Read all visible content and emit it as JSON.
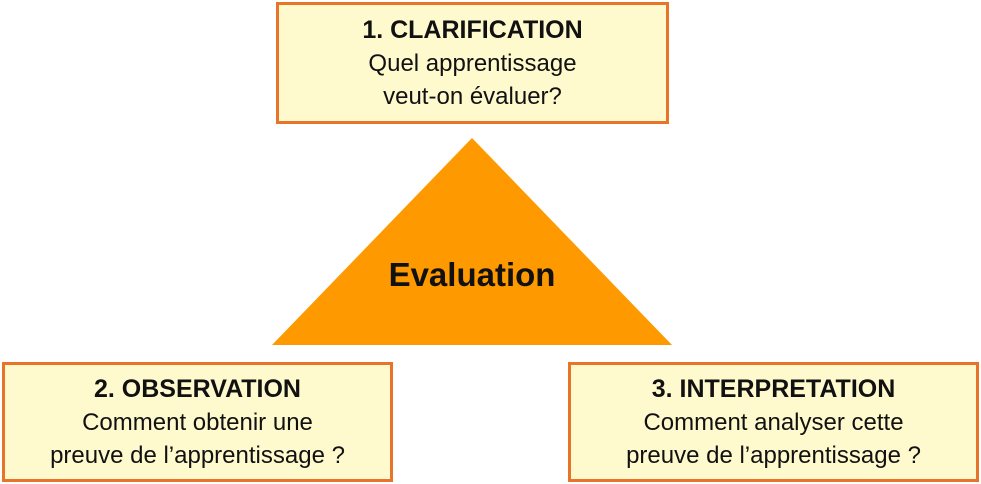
{
  "diagram": {
    "center_label": "Evaluation",
    "triangle_color": "#FF9900",
    "box_fill_color": "#FFFACD",
    "box_border_color": "#E8742A",
    "steps": [
      {
        "title": "1. CLARIFICATION",
        "line1": "Quel apprentissage",
        "line2": "veut-on évaluer?"
      },
      {
        "title": "2. OBSERVATION",
        "line1": "Comment obtenir une",
        "line2": "preuve de l’apprentissage ?"
      },
      {
        "title": "3. INTERPRETATION",
        "line1": "Comment analyser cette",
        "line2": "preuve de l’apprentissage ?"
      }
    ]
  }
}
